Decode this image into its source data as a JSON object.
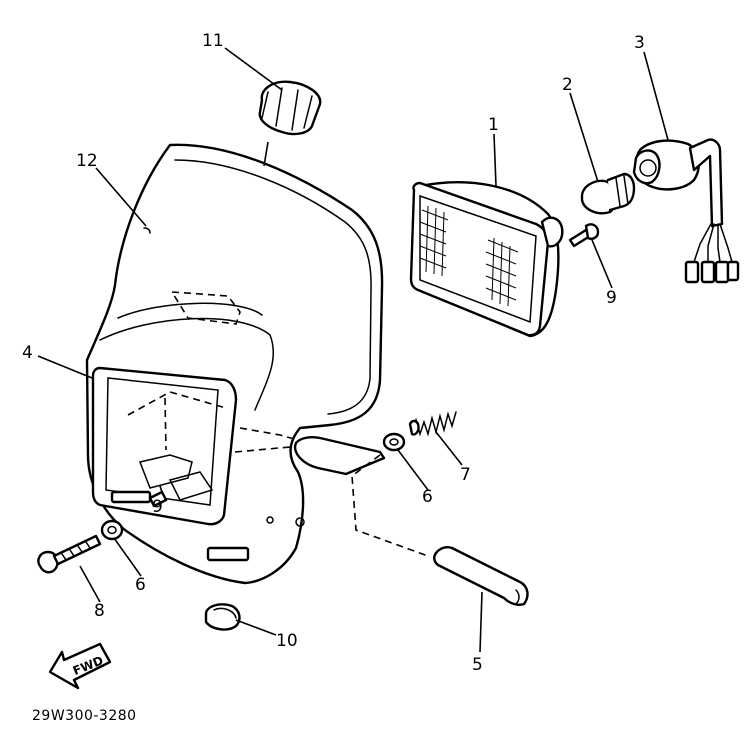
{
  "callouts": {
    "c1": "1",
    "c2": "2",
    "c3": "3",
    "c4": "4",
    "c5": "5",
    "c6a": "6",
    "c6b": "6",
    "c7": "7",
    "c8": "8",
    "c9a": "9",
    "c9b": "9",
    "c10": "10",
    "c11": "11",
    "c12": "12"
  },
  "fwd_label": "FWD",
  "diagram_code": "29W300-3280"
}
